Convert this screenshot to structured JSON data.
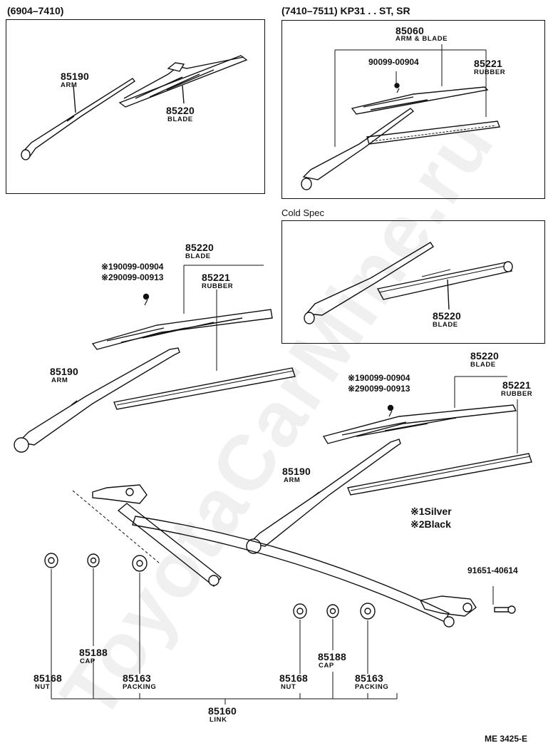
{
  "watermark": "ToyotaCarMine.ru",
  "panels": {
    "top_left": {
      "header": "(6904–7410)",
      "arm_no": "85190",
      "arm_label": "ARM",
      "blade_no": "85220",
      "blade_label": "BLADE"
    },
    "top_right": {
      "header": "(7410–7511) KP31 . . ST, SR",
      "arm_blade_no": "85060",
      "arm_blade_label": "ARM & BLADE",
      "screw_no": "90099-00904",
      "rubber_no": "85221",
      "rubber_label": "RUBBER"
    },
    "cold_spec": {
      "header": "Cold Spec",
      "blade_no": "85220",
      "blade_label": "BLADE"
    }
  },
  "middle_left": {
    "blade_no": "85220",
    "blade_label": "BLADE",
    "screw1": "※190099-00904",
    "screw2": "※290099-00913",
    "rubber_no": "85221",
    "rubber_label": "RUBBER",
    "arm_no": "85190",
    "arm_label": "ARM"
  },
  "middle_right": {
    "blade_no": "85220",
    "blade_label": "BLADE",
    "screw1": "※190099-00904",
    "screw2": "※290099-00913",
    "rubber_no": "85221",
    "rubber_label": "RUBBER",
    "arm_no": "85190",
    "arm_label": "ARM"
  },
  "legend": {
    "item1": "※1Silver",
    "item2": "※2Black"
  },
  "bolt_no": "91651-40614",
  "bottom": {
    "left_cap_no": "85188",
    "left_cap_label": "CAP",
    "left_nut_no": "85168",
    "left_nut_label": "NUT",
    "left_packing_no": "85163",
    "left_packing_label": "PACKING",
    "right_nut_no": "85168",
    "right_nut_label": "NUT",
    "right_cap_no": "85188",
    "right_cap_label": "CAP",
    "right_packing_no": "85163",
    "right_packing_label": "PACKING",
    "link_no": "85160",
    "link_label": "LINK"
  },
  "diagram_code": "ME 3425-E"
}
